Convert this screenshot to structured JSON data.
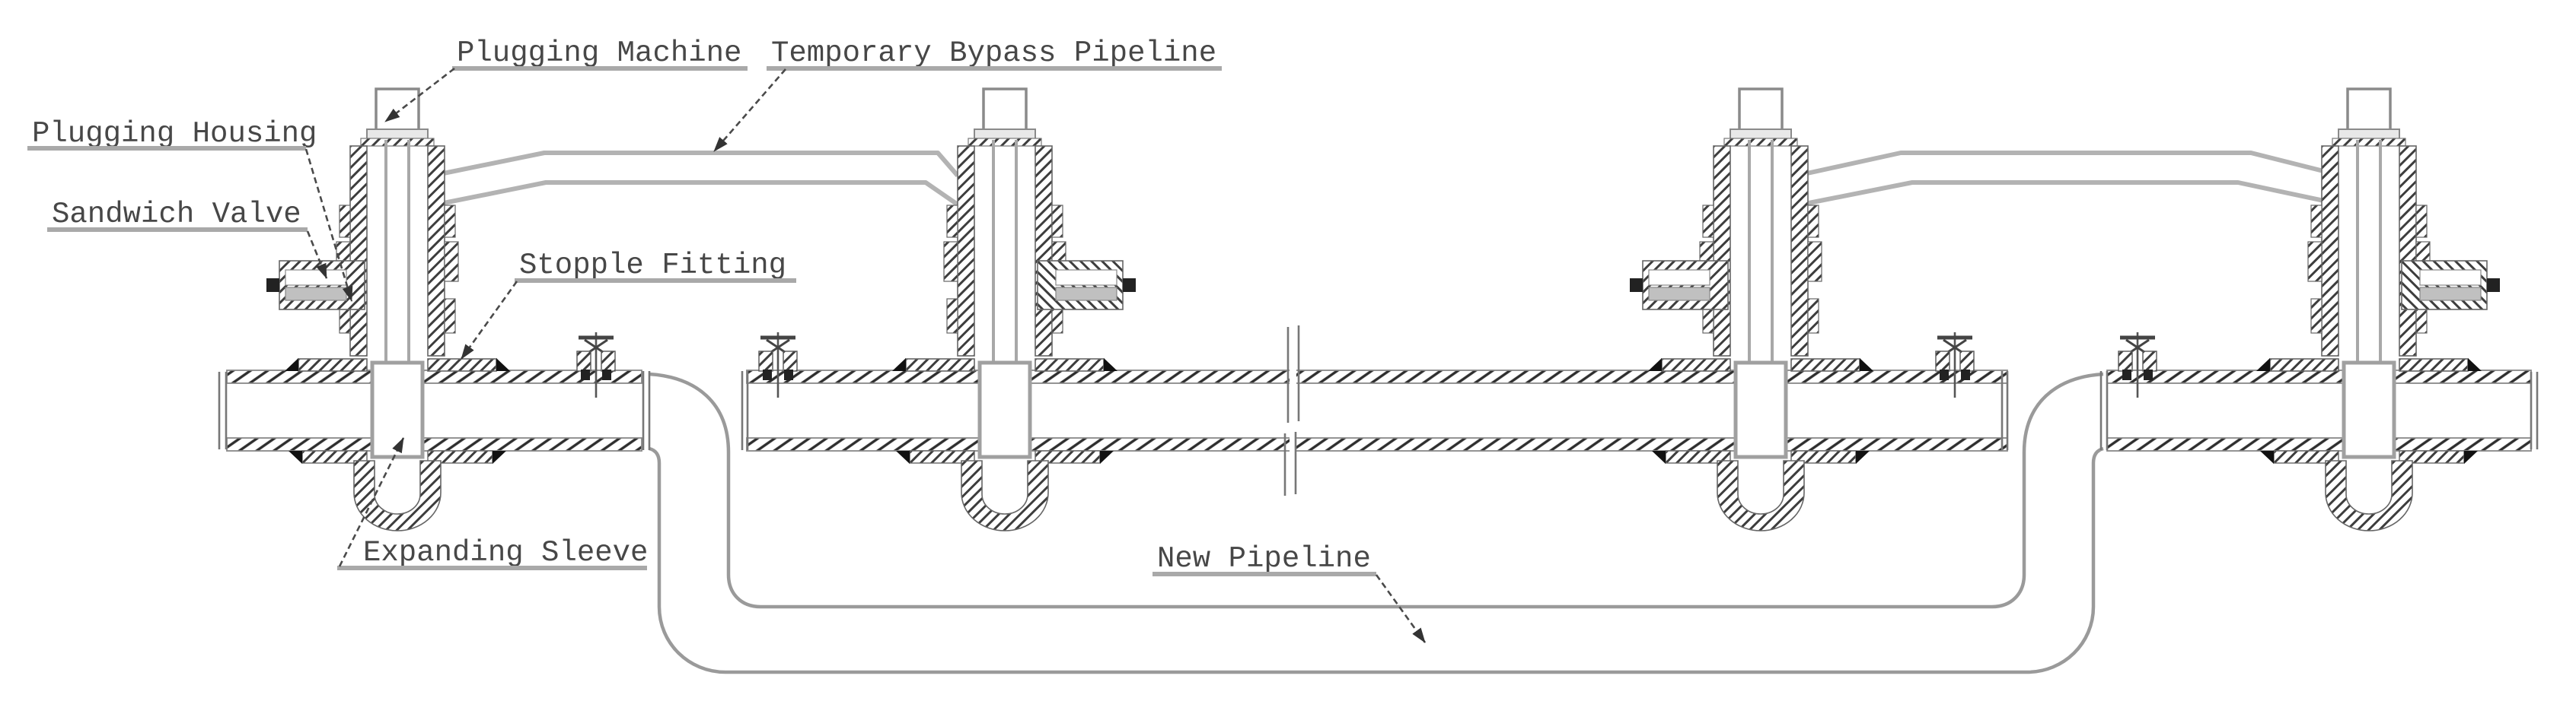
{
  "diagram": {
    "type": "pipeline-plugging-operation-schematic",
    "labels": {
      "plugging_machine": "Plugging Machine",
      "temporary_bypass_pipeline": "Temporary Bypass Pipeline",
      "plugging_housing": "Plugging Housing",
      "sandwich_valve": "Sandwich Valve",
      "stopple_fitting": "Stopple Fitting",
      "expanding_sleeve": "Expanding Sleeve",
      "new_pipeline": "New Pipeline"
    },
    "colors": {
      "background": "#ffffff",
      "drawing_line": "#444444",
      "hatch": "#3d3d3d",
      "pipe_edge": "#888888",
      "bypass_pipe": "#b3b3b3",
      "new_pipe": "#9a9a9a",
      "label_text": "#474747",
      "label_underline": "#a9a9a9",
      "weld_mark": "#111111"
    }
  }
}
